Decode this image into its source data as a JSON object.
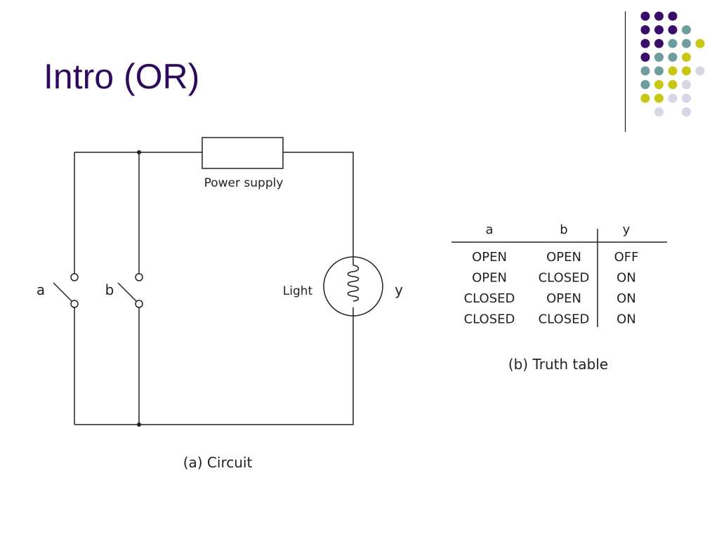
{
  "slide": {
    "title": "Intro (OR)"
  },
  "colors": {
    "title": "#2e0a5e",
    "dark_purple": "#3b0d6b",
    "teal": "#6e9d9d",
    "yellow": "#c8c814",
    "lavender": "#d6d6e6",
    "line": "#222222"
  },
  "decoration": {
    "dot_grid": [
      [
        "dark_purple",
        "dark_purple",
        "dark_purple",
        null,
        null
      ],
      [
        "dark_purple",
        "dark_purple",
        "dark_purple",
        "teal",
        null
      ],
      [
        "dark_purple",
        "dark_purple",
        "teal",
        "teal",
        "yellow"
      ],
      [
        "dark_purple",
        "teal",
        "teal",
        "yellow",
        null
      ],
      [
        "teal",
        "teal",
        "yellow",
        "yellow",
        "lavender"
      ],
      [
        "teal",
        "yellow",
        "yellow",
        "lavender",
        null
      ],
      [
        "yellow",
        "yellow",
        "lavender",
        "lavender",
        null
      ],
      [
        null,
        "lavender",
        null,
        "lavender",
        null
      ]
    ]
  },
  "circuit": {
    "power_supply_label": "Power supply",
    "switch_a_label": "a",
    "switch_b_label": "b",
    "light_label": "Light",
    "output_label": "y",
    "caption": "(a)  Circuit"
  },
  "truth_table": {
    "headers": [
      "a",
      "b",
      "y"
    ],
    "rows": [
      [
        "OPEN",
        "OPEN",
        "OFF"
      ],
      [
        "OPEN",
        "CLOSED",
        "ON"
      ],
      [
        "CLOSED",
        "OPEN",
        "ON"
      ],
      [
        "CLOSED",
        "CLOSED",
        "ON"
      ]
    ],
    "caption": "(b)  Truth table"
  }
}
